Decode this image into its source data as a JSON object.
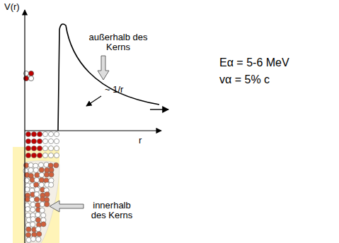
{
  "diagram": {
    "labels": [
      "V(r)",
      "außerhalb des Kerns",
      "~ 1/r",
      "r",
      "innerhalb des Kerns",
      "Eα = 5-6 MeV",
      "vα = 5% c"
    ]
  }
}
